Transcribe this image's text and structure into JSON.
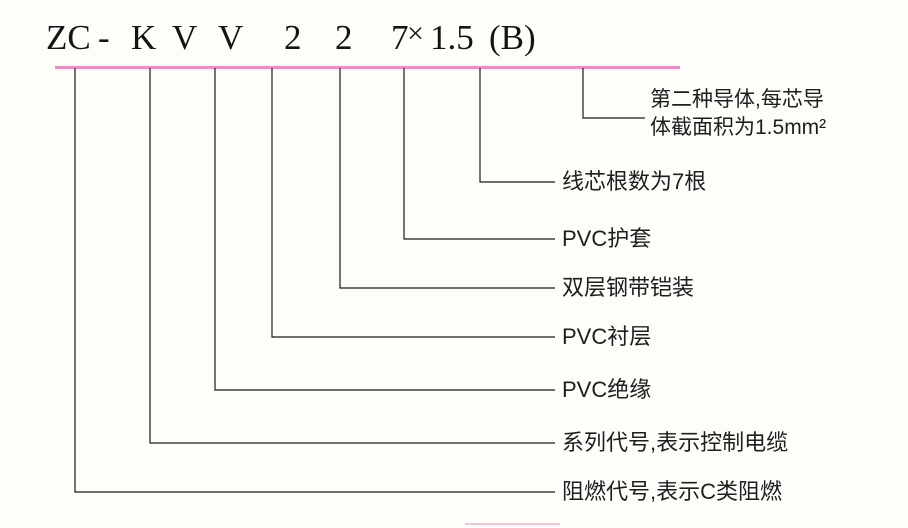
{
  "title": {
    "parts": [
      "ZC",
      "-",
      "K",
      "V",
      "V",
      "2",
      "2",
      "7",
      "×",
      "1.5",
      "(B)"
    ]
  },
  "colors": {
    "underline_pink": "#ec8fc0",
    "connector_black": "#1b1b1b",
    "background": "#fdfdfa"
  },
  "labels": [
    {
      "id": "conductor-section",
      "text": "第二种导体,每芯导\n体截面积为1.5mm²"
    },
    {
      "id": "core-count",
      "text": "线芯根数为7根"
    },
    {
      "id": "pvc-sheath",
      "text": "PVC护套"
    },
    {
      "id": "steel-tape-armor",
      "text": "双层钢带铠装"
    },
    {
      "id": "pvc-inner-layer",
      "text": "PVC衬层"
    },
    {
      "id": "pvc-insulation",
      "text": "PVC绝缘"
    },
    {
      "id": "series-code",
      "text": "系列代号,表示控制电缆"
    },
    {
      "id": "flame-retardant",
      "text": "阻燃代号,表示C类阻燃"
    }
  ]
}
